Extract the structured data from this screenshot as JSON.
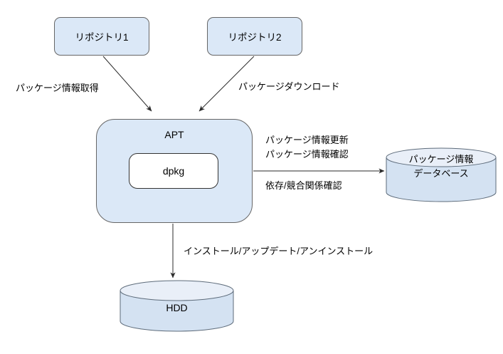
{
  "diagram": {
    "title_hint": "APT package management flow",
    "nodes": {
      "repo1": {
        "label": "リポジトリ1"
      },
      "repo2": {
        "label": "リポジトリ2"
      },
      "apt": {
        "label": "APT"
      },
      "dpkg": {
        "label": "dpkg"
      },
      "db": {
        "label_line1": "パッケージ情報",
        "label_line2": "データベース"
      },
      "hdd": {
        "label": "HDD"
      }
    },
    "edge_labels": {
      "repo1_to_apt": "パッケージ情報取得",
      "repo2_to_apt": "パッケージダウンロード",
      "apt_to_db_line1": "パッケージ情報更新",
      "apt_to_db_line2": "パッケージ情報確認",
      "apt_to_db_line3": "依存/競合関係確認",
      "apt_to_hdd": "インストール/アップデート/アンインストール"
    },
    "colors": {
      "background": "#ffffff",
      "node_fill": "#dbe8f7",
      "node_border": "#666666",
      "dpkg_fill": "#ffffff",
      "dpkg_border": "#333333",
      "cylinder_body": "#d4e2f2",
      "cylinder_top": "#e9eff8",
      "cylinder_border": "#5d6b7a",
      "arrow": "#2b2b2b",
      "text": "#000000"
    }
  }
}
